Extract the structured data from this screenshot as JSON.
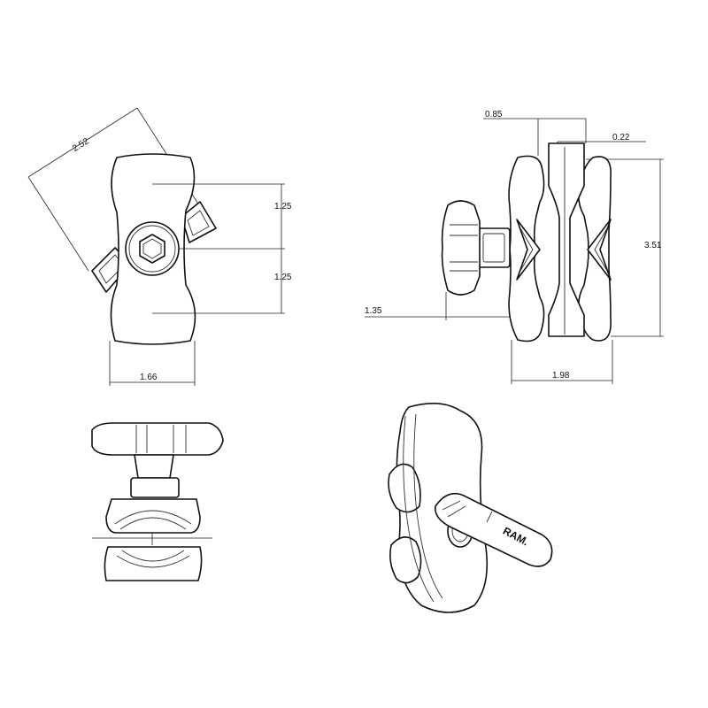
{
  "dimensions": {
    "diag_length": "2.52",
    "top_half": "1.25",
    "bottom_half": "1.25",
    "width": "1.66",
    "socket_offset": "0.85",
    "gap": "0.22",
    "height": "3.51",
    "knob_offset": "1.35",
    "depth": "1.98"
  },
  "logo": {
    "text": "RAM."
  },
  "colors": {
    "line": "#111111",
    "background": "#ffffff"
  }
}
